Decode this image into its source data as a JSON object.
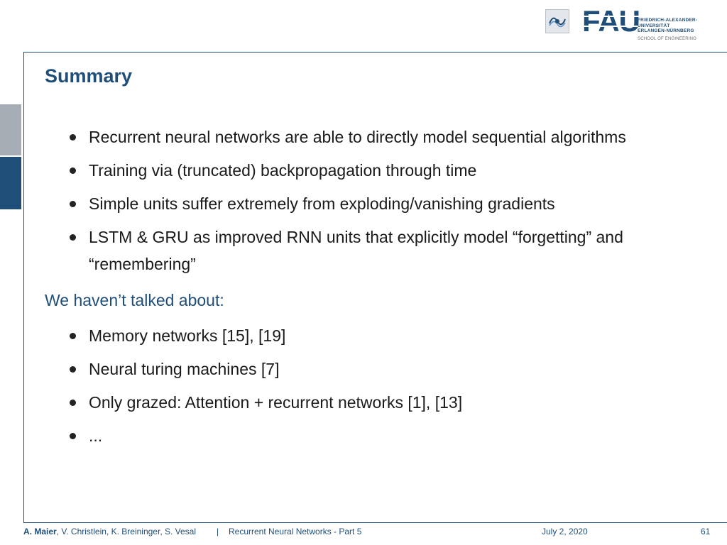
{
  "header": {
    "logo_word": "FAU",
    "university_lines": [
      "FRIEDRICH-ALEXANDER-",
      "UNIVERSITÄT",
      "ERLANGEN-NÜRNBERG"
    ],
    "school": "SCHOOL OF ENGINEERING"
  },
  "slide": {
    "title": "Summary",
    "bullets": [
      "Recurrent neural networks are able to directly model sequential algorithms",
      "Training via (truncated) backpropagation through time",
      "Simple units suffer extremely from exploding/vanishing gradients",
      "LSTM & GRU as improved RNN units that explicitly model “forgetting” and “remembering”"
    ],
    "subheading": "We haven’t talked about:",
    "sub_bullets": [
      "Memory networks [15], [19]",
      "Neural turing machines [7]",
      "Only grazed: Attention + recurrent networks [1], [13]",
      "..."
    ]
  },
  "footer": {
    "lead_author": "A. Maier",
    "other_authors": ", V. Christlein, K. Breininger, S. Vesal",
    "separator": "|",
    "lecture": "Recurrent Neural Networks - Part 5",
    "date": "July 2, 2020",
    "page": "61"
  }
}
